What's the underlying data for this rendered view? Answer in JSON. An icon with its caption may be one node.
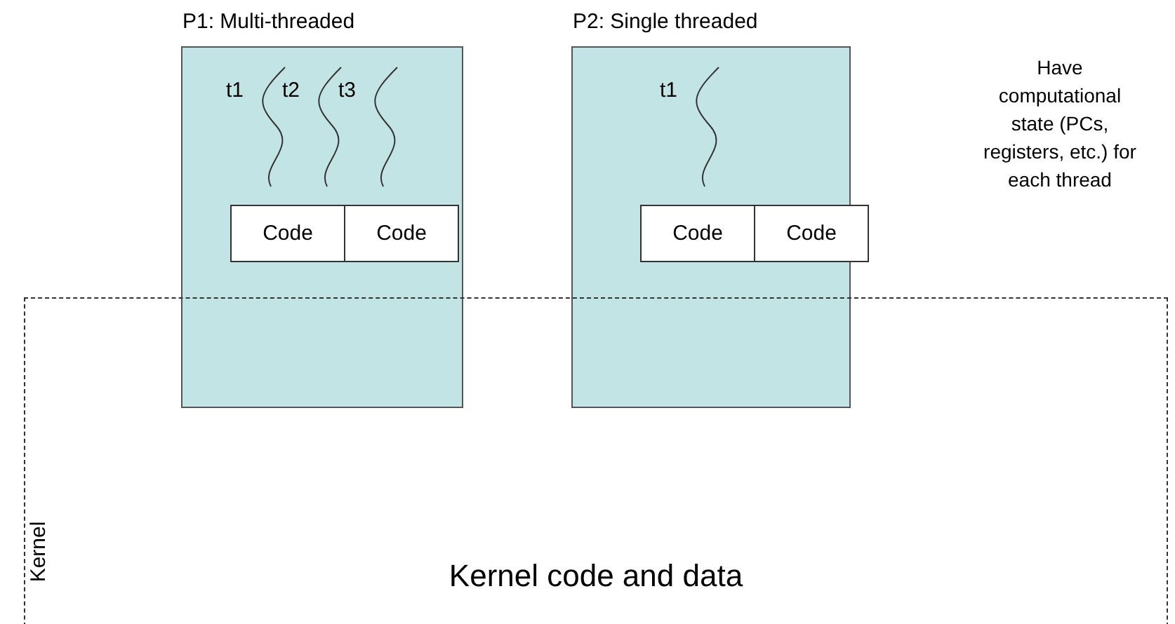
{
  "diagram": {
    "nodes": [
      {
        "text": [
          "P1: Multi-threaded"
        ]
      },
      {
        "text": [
          "Code"
        ],
        "in": 0
      },
      {
        "text": [
          "Code"
        ],
        "in": 0
      },
      {
        "text": [
          "P2: Single threaded"
        ]
      },
      {
        "text": [
          "Code"
        ],
        "in": 3
      },
      {
        "text": [
          "Code"
        ],
        "in": 3
      },
      {
        "text": [
          "Kernel",
          "Kernel code and data"
        ]
      }
    ],
    "labels": [
      "t1",
      "t2",
      "t3",
      "t1",
      "Have computational state (PCs, registers, etc.) for each thread"
    ]
  }
}
